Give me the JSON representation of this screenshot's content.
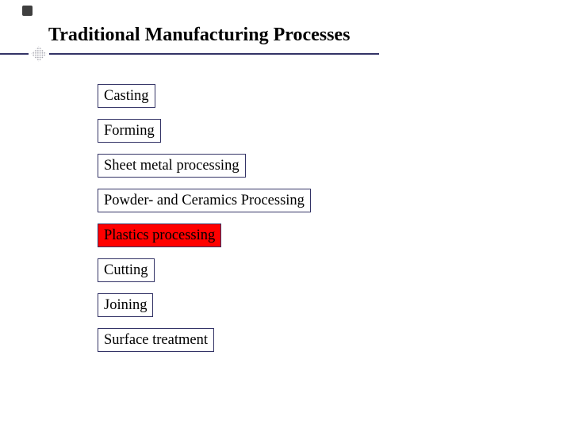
{
  "slide": {
    "title": "Traditional Manufacturing Processes",
    "boxes": [
      {
        "label": "Casting",
        "highlighted": false
      },
      {
        "label": "Forming",
        "highlighted": false
      },
      {
        "label": "Sheet metal processing",
        "highlighted": false
      },
      {
        "label": "Powder- and Ceramics Processing",
        "highlighted": false
      },
      {
        "label": "Plastics processing",
        "highlighted": true
      },
      {
        "label": "Cutting",
        "highlighted": false
      },
      {
        "label": "Joining",
        "highlighted": false
      },
      {
        "label": "Surface treatment",
        "highlighted": false
      }
    ],
    "colors": {
      "background": "#ffffff",
      "text": "#000000",
      "box_border": "#333366",
      "highlight_fill": "#ff0000",
      "rule_line": "#333366",
      "ornament_dots": "#9a9aa6",
      "corner_marker": "#3f3f3f"
    }
  }
}
